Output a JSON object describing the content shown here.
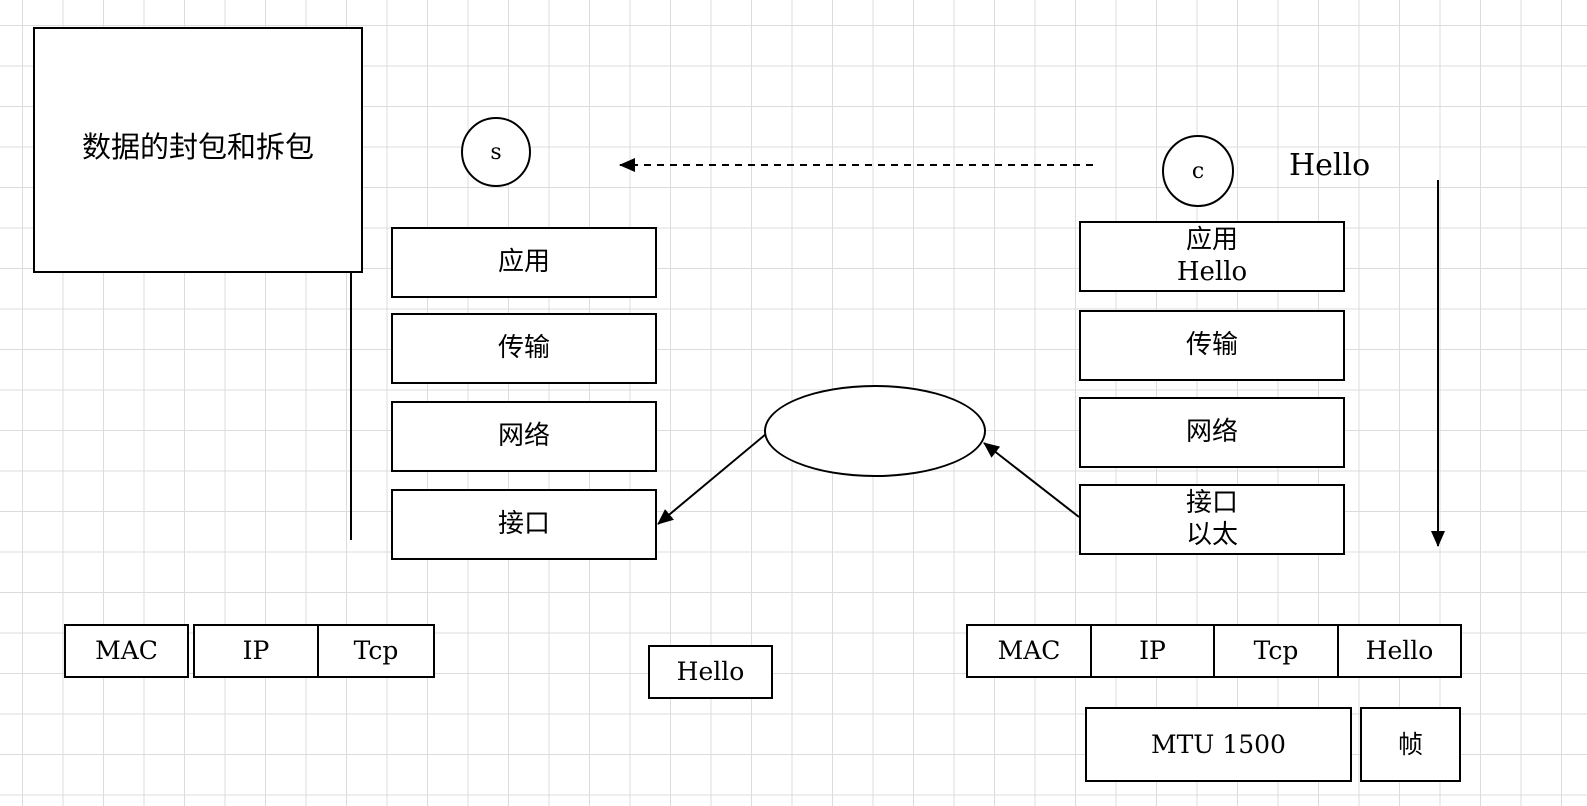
{
  "title_box": {
    "text": "数据的封包和拆包"
  },
  "server": {
    "node_label": "s",
    "layers": [
      {
        "lines": [
          "应用"
        ]
      },
      {
        "lines": [
          "传输"
        ]
      },
      {
        "lines": [
          "网络"
        ]
      },
      {
        "lines": [
          "接口"
        ]
      }
    ]
  },
  "client": {
    "node_label": "c",
    "message": "Hello",
    "layers": [
      {
        "lines": [
          "应用",
          "Hello"
        ]
      },
      {
        "lines": [
          "传输"
        ]
      },
      {
        "lines": [
          "网络"
        ]
      },
      {
        "lines": [
          "接口",
          "以太"
        ]
      }
    ]
  },
  "left_packet": {
    "cells": [
      "MAC",
      "IP",
      "Tcp"
    ]
  },
  "payload_box": {
    "text": "Hello"
  },
  "right_packet": {
    "cells": [
      "MAC",
      "IP",
      "Tcp",
      "Hello"
    ]
  },
  "mtu_box": {
    "text": "MTU 1500"
  },
  "frame_box": {
    "text": "帧"
  },
  "colors": {
    "grid": "#dcdcdc",
    "stroke": "#000000",
    "background": "#ffffff"
  }
}
